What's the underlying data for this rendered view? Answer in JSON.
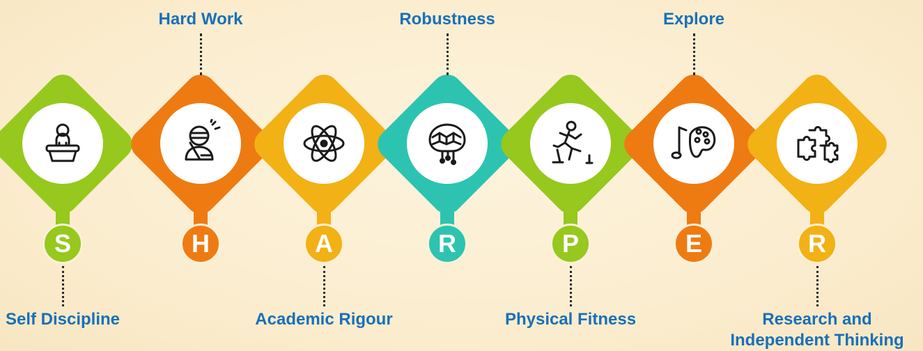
{
  "colors": {
    "green": "#96c81e",
    "orange": "#ee7b12",
    "yellow": "#f2b115",
    "teal": "#2cc4b0",
    "label": "#1870b8"
  },
  "steps": [
    {
      "letter": "S",
      "label": "Self Discipline",
      "label_position": "bottom",
      "color": "green",
      "icon": "person-at-podium-icon"
    },
    {
      "letter": "H",
      "label": "Hard Work",
      "label_position": "top",
      "color": "orange",
      "icon": "person-writing-icon"
    },
    {
      "letter": "A",
      "label": "Academic Rigour",
      "label_position": "bottom",
      "color": "yellow",
      "icon": "atom-icon"
    },
    {
      "letter": "R",
      "label": "Robustness",
      "label_position": "top",
      "color": "teal",
      "icon": "brain-network-icon"
    },
    {
      "letter": "P",
      "label": "Physical Fitness",
      "label_position": "bottom",
      "color": "green",
      "icon": "hurdle-runner-icon"
    },
    {
      "letter": "E",
      "label": "Explore",
      "label_position": "top",
      "color": "orange",
      "icon": "music-palette-icon"
    },
    {
      "letter": "R",
      "label": "Research and Independent Thinking",
      "label_position": "bottom",
      "color": "yellow",
      "icon": "puzzle-pieces-icon"
    }
  ]
}
